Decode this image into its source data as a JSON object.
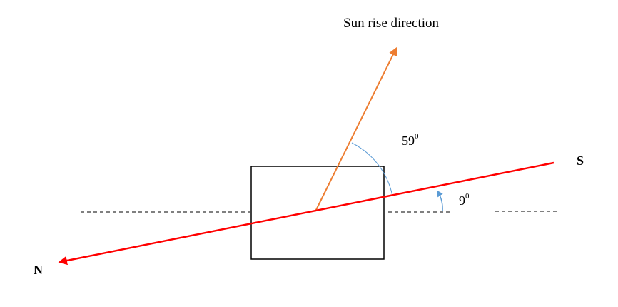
{
  "labels": {
    "sunrise": "Sun rise direction",
    "sun_angle_value": "59",
    "sun_angle_unit": "0",
    "tilt_angle_value": "9",
    "tilt_angle_unit": "0",
    "north": "N",
    "south": "S"
  },
  "colors": {
    "ns_axis": "#ff0000",
    "sunrise_arrow": "#ed7d31",
    "angle_arc": "#5b9bd5",
    "building": "#000000",
    "reference_line": "#000000"
  }
}
